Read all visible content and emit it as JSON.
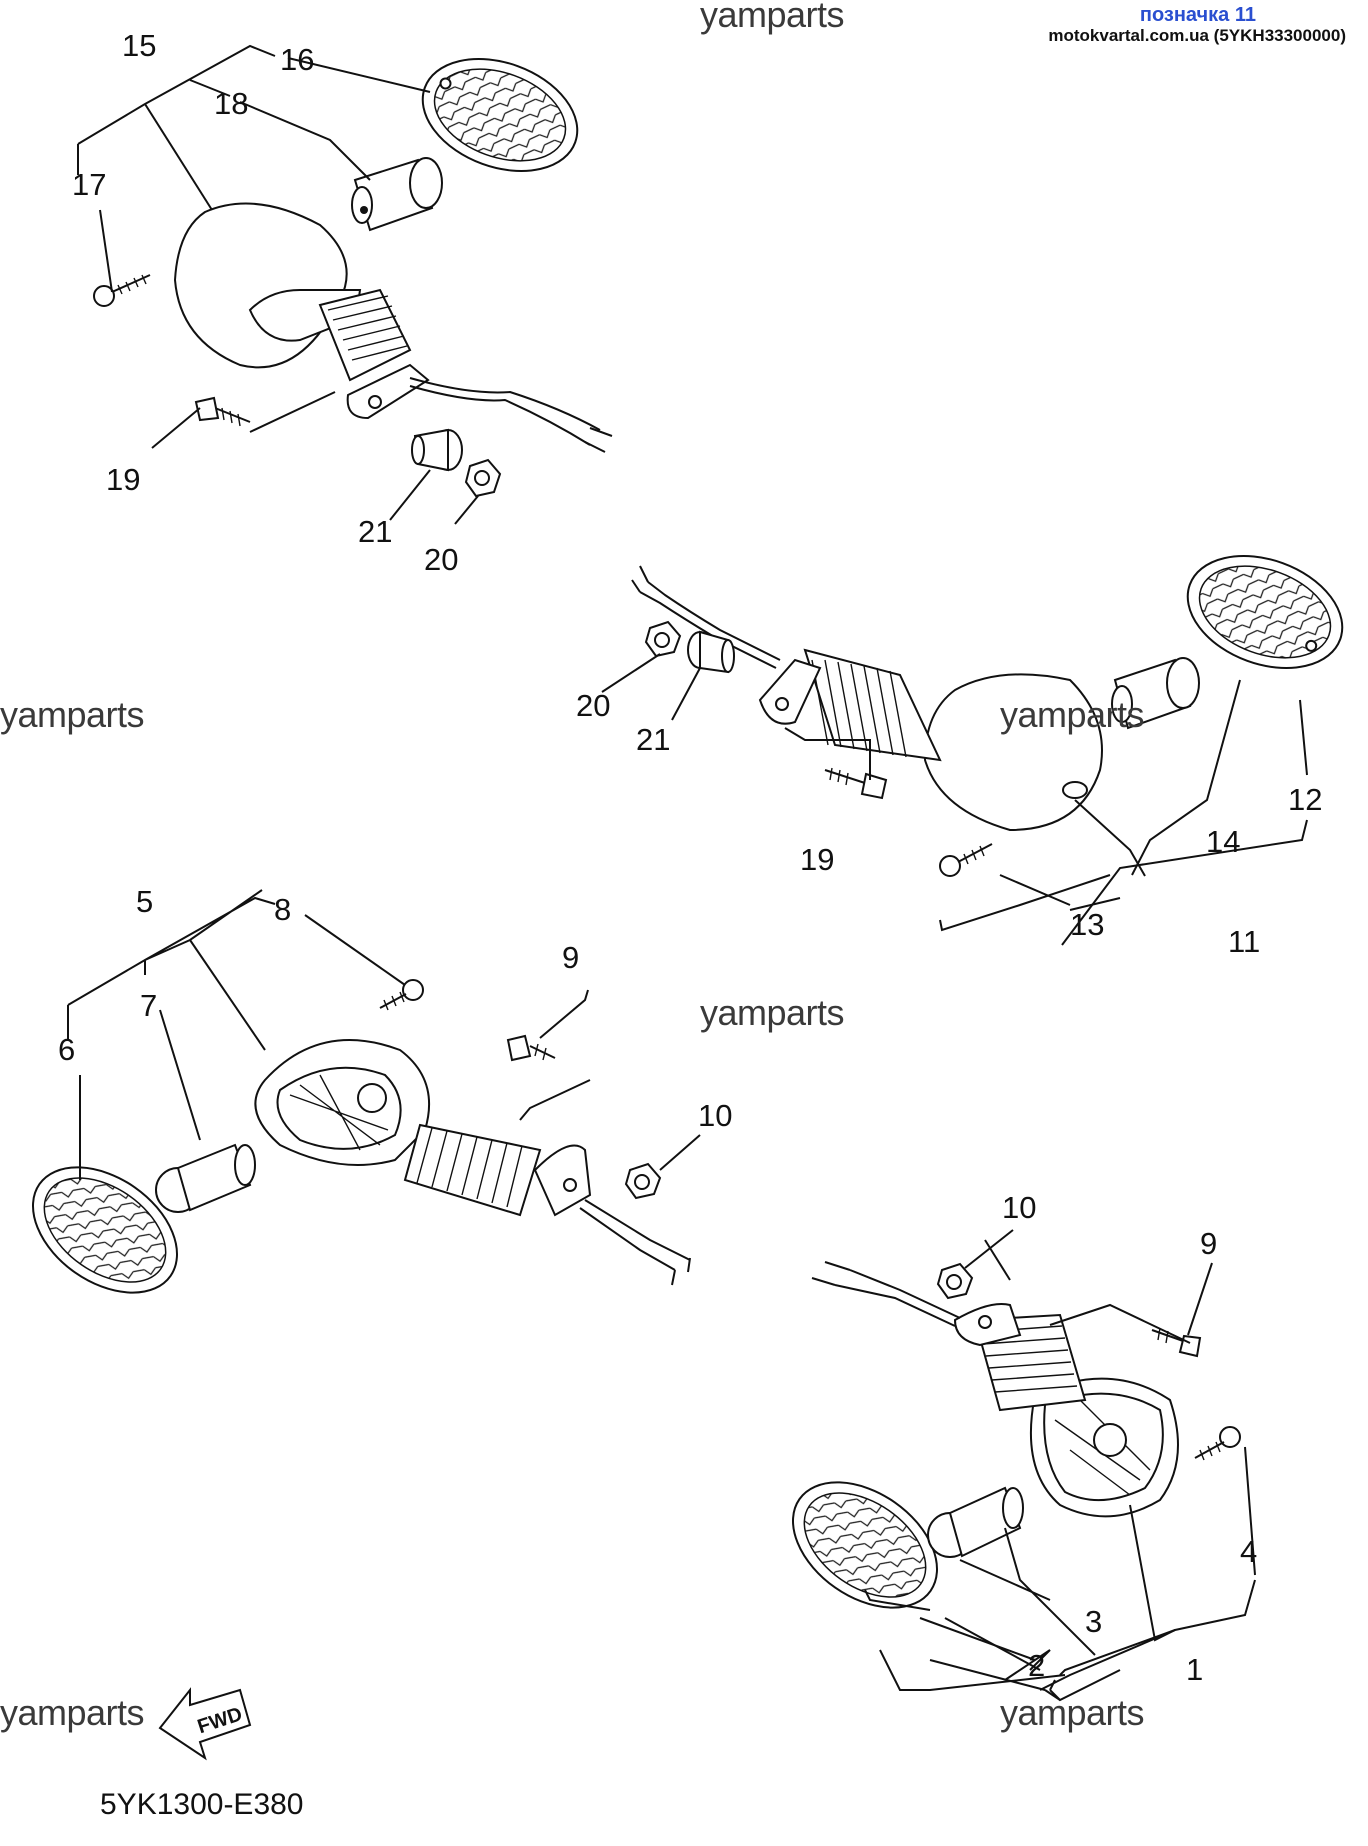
{
  "header": {
    "title": "позначка 11",
    "site": "motokvartal.com.ua (5YKH33300000)"
  },
  "watermark": "yamparts",
  "diagram_code": "5YK1300-E380",
  "fwd_label": "FWD",
  "callouts": {
    "n1": "1",
    "n2": "2",
    "n3": "3",
    "n4": "4",
    "n5": "5",
    "n6": "6",
    "n7": "7",
    "n8": "8",
    "n9a": "9",
    "n9b": "9",
    "n10a": "10",
    "n10b": "10",
    "n11": "11",
    "n12": "12",
    "n13": "13",
    "n14": "14",
    "n15": "15",
    "n16": "16",
    "n17": "17",
    "n18": "18",
    "n19a": "19",
    "n19b": "19",
    "n20a": "20",
    "n20b": "20",
    "n21a": "21",
    "n21b": "21"
  },
  "colors": {
    "header_title": "#2a4fd0",
    "ink": "#111111",
    "watermark": "#3a3a3a"
  }
}
